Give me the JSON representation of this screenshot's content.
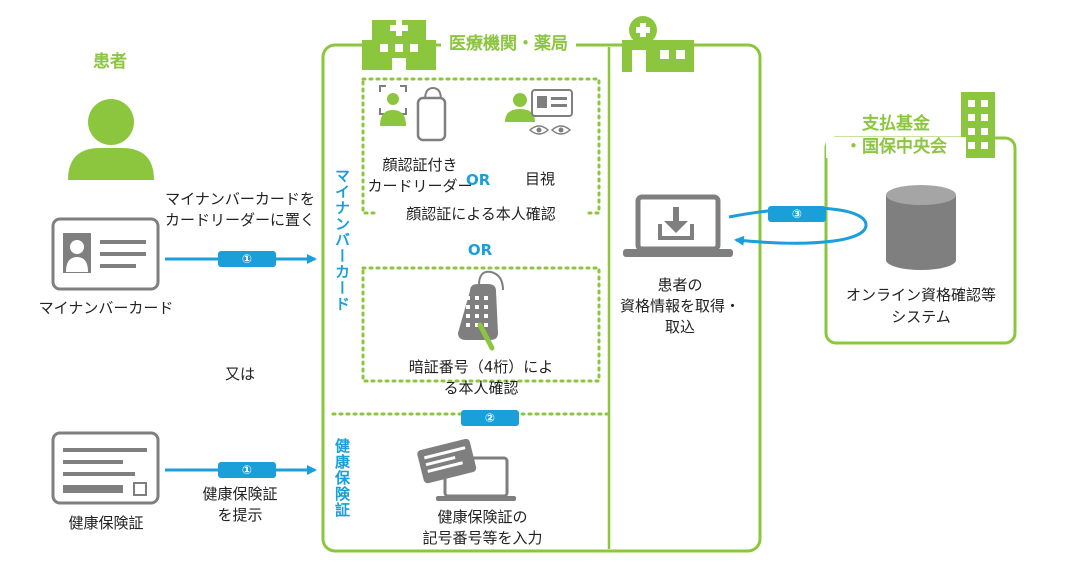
{
  "patient": {
    "title": "患者",
    "mynumber_instruction": [
      "マイナンバーカードを",
      "カードリーダーに置く"
    ],
    "mynumber_card_label": "マイナンバーカード",
    "or_label": "又は",
    "insurance_card_label": "健康保険証",
    "insurance_instruction": [
      "健康保険証",
      "を提示"
    ]
  },
  "facility": {
    "title": "医療機関・薬局",
    "mynumber_section_label": "マイナンバーカード",
    "insurance_section_label": "健康保険証",
    "face_reader_label": [
      "顔認証付き",
      "カードリーダー"
    ],
    "or_inline": "OR",
    "visual_label": "目視",
    "face_section_caption": "顔認証による本人確認",
    "or_between": "OR",
    "pin_label": [
      "暗証番号（4桁）によ",
      "る本人確認"
    ],
    "insurance_input_label": [
      "健康保険証の",
      "記号番号等を入力"
    ],
    "retrieve_label": [
      "患者の",
      "資格情報を取得・",
      "取込"
    ]
  },
  "fund": {
    "title": [
      "支払基金",
      "・国保中央会"
    ],
    "system_label": [
      "オンライン資格確認等",
      "システム"
    ]
  },
  "steps": {
    "step1": "①",
    "step2": "②",
    "step3": "③"
  },
  "colors": {
    "green": "#8cc63f",
    "blue": "#1a9fd9",
    "gray": "#7f7f7f"
  }
}
